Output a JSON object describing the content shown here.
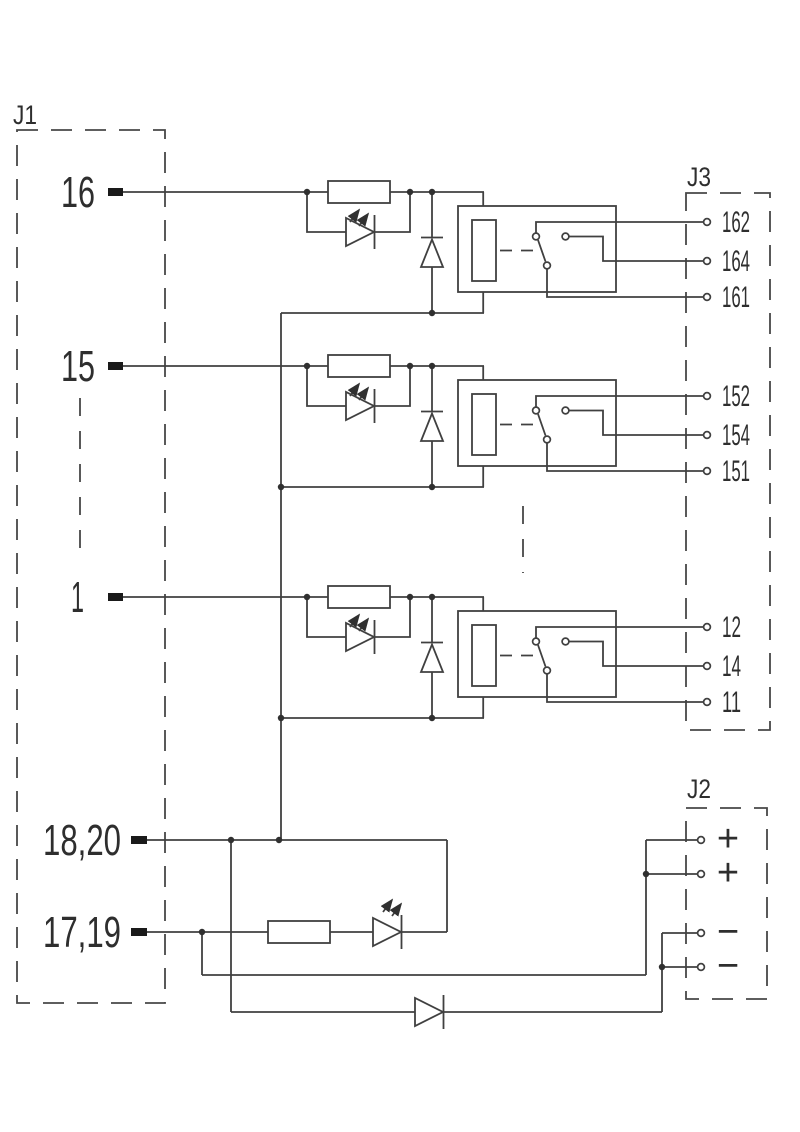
{
  "diagram": {
    "kind": "relay-module-schematic",
    "background_color": "#ffffff",
    "ink_color": "#404040",
    "text_color": "#2e2e2e",
    "pin_fill_color": "#1a1a1a"
  },
  "j1": {
    "label": "J1",
    "pin_labels": [
      "16",
      "15",
      "1",
      "18,20",
      "17,19"
    ]
  },
  "j3": {
    "label": "J3",
    "pin_labels": [
      "162",
      "164",
      "161",
      "152",
      "154",
      "151",
      "12",
      "14",
      "11"
    ]
  },
  "j2": {
    "label": "J2",
    "pin_labels": [
      "+",
      "+",
      "−",
      "−"
    ]
  },
  "components": {
    "relay_channel_count": 3,
    "icons": [
      "resistor",
      "led-icon",
      "flyback-diode-icon",
      "relay-coil",
      "changeover-switch",
      "blocking-diode-icon"
    ]
  }
}
